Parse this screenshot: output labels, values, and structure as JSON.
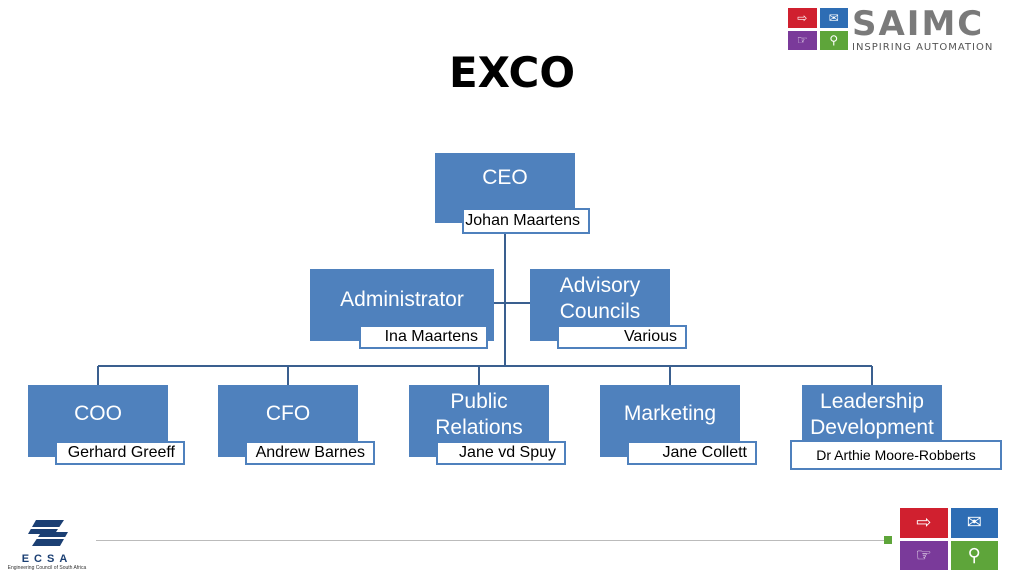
{
  "title": "EXCO",
  "org": {
    "ceo": {
      "role": "CEO",
      "name": "Johan Maartens"
    },
    "administrator": {
      "role": "Administrator",
      "name": "Ina Maartens"
    },
    "advisory": {
      "role_line1": "Advisory",
      "role_line2": "Councils",
      "name": "Various"
    },
    "coo": {
      "role": "COO",
      "name": "Gerhard Greeff"
    },
    "cfo": {
      "role": "CFO",
      "name": "Andrew Barnes"
    },
    "pr": {
      "role_line1": "Public",
      "role_line2": "Relations",
      "name": "Jane vd Spuy"
    },
    "marketing": {
      "role": "Marketing",
      "name": "Jane Collett"
    },
    "leadership": {
      "role_line1": "Leadership",
      "role_line2": "Development",
      "name": "Dr Arthie Moore-Robberts"
    }
  },
  "logos": {
    "saimc_word": "SAIMC",
    "saimc_tagline": "INSPIRING AUTOMATION",
    "ecsa_word": "ECSA",
    "ecsa_sub": "Engineering Council of South Africa"
  },
  "colors": {
    "box": "#4f81bd",
    "line": "#3a5f8f",
    "tile_red": "#d0202f",
    "tile_blue": "#2e6db4",
    "tile_purple": "#7a3a9a",
    "tile_green": "#5ea53a"
  }
}
